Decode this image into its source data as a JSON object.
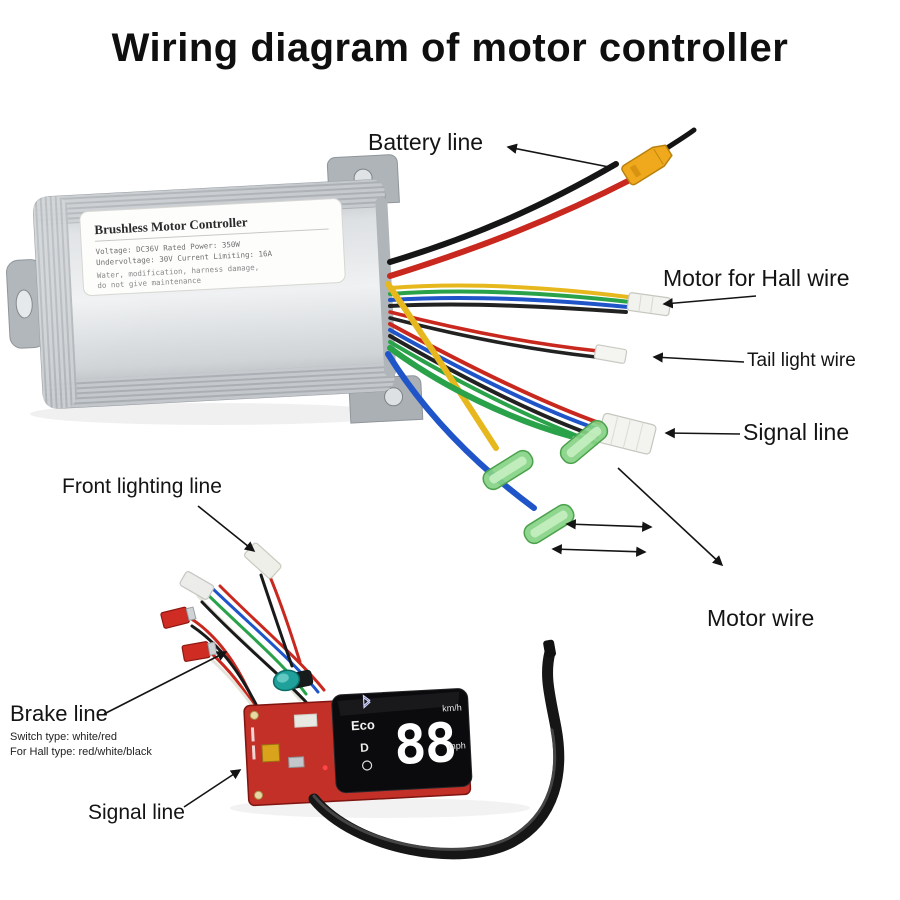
{
  "title": "Wiring diagram of motor controller",
  "controller": {
    "name": "Brushless Motor Controller",
    "spec1": "Voltage: DC36V      Rated Power: 350W",
    "spec2": "Undervoltage: 30V   Current Limiting: 16A",
    "spec3": "Water, modification, harness damage,",
    "spec4": "do not give maintenance"
  },
  "labels": {
    "battery": "Battery line",
    "motor_hall": "Motor for Hall wire",
    "tail_light": "Tail light wire",
    "signal_top": "Signal line",
    "front_lighting": "Front lighting line",
    "motor_wire": "Motor wire",
    "brake": "Brake line",
    "brake_note1": "Switch type: white/red",
    "brake_note2": "For Hall type: red/white/black",
    "signal_bottom": "Signal line"
  },
  "display": {
    "mode": "Eco",
    "gear": "D",
    "speed": "88",
    "unit_top": "km/h",
    "unit_bottom": "mph"
  },
  "colors": {
    "battery_connector_yellow": "#f0a81c",
    "motor_connector_green": "#86d286",
    "pcb_red": "#c23028",
    "wire_red": "#c8281e",
    "wire_blue": "#1f55c8",
    "wire_green": "#2aa24a",
    "wire_yellow": "#e6b81e",
    "wire_black": "#1a1a1a",
    "throttle_connector_teal": "#1fa09a"
  }
}
